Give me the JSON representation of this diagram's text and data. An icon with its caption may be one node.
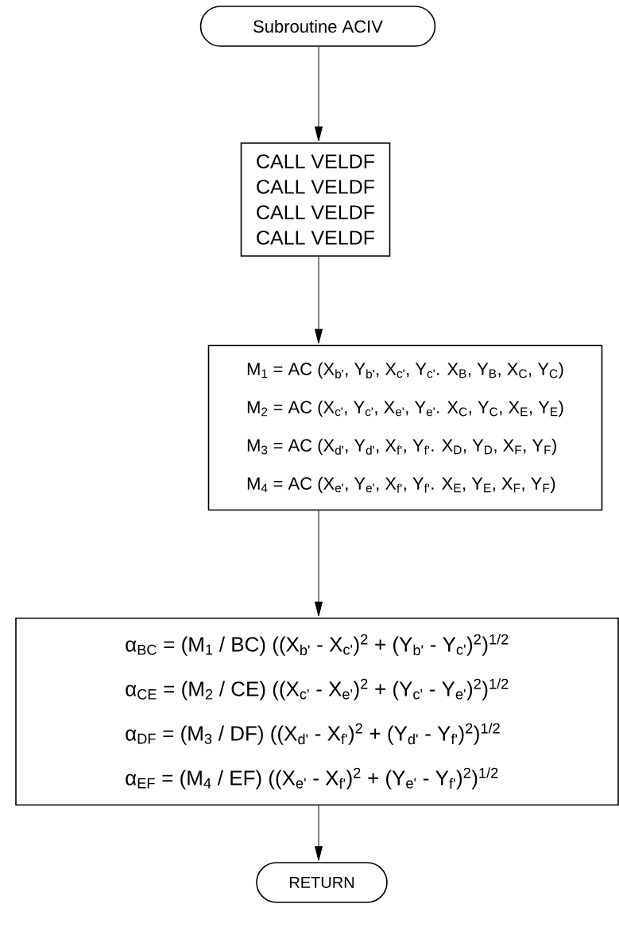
{
  "diagram": {
    "nodes": [
      {
        "text": [
          "Subroutine ACIV"
        ]
      },
      {
        "text": [
          "CALL VELDF",
          "CALL VELDF",
          "CALL VELDF",
          "CALL VELDF"
        ]
      },
      {
        "text": [
          "M$_{1}$ = AC (X$_{b'}$, Y$_{b'}$, X$_{c'}$, Y$_{c'}$. X$_{B}$, Y$_{B}$, X$_{C}$, Y$_{C}$)",
          "M$_{2}$ = AC (X$_{c'}$, Y$_{c'}$, X$_{e'}$, Y$_{e'}$. X$_{C}$, Y$_{C}$, X$_{E}$, Y$_{E}$)",
          "M$_{3}$ = AC (X$_{d'}$, Y$_{d'}$, X$_{f'}$, Y$_{f'}$. X$_{D}$, Y$_{D}$, X$_{F}$, Y$_{F}$)",
          "M$_{4}$ = AC (X$_{e'}$, Y$_{e'}$, X$_{f'}$, Y$_{f'}$. X$_{E}$, Y$_{E}$, X$_{F}$, Y$_{F}$)"
        ]
      },
      {
        "text": [
          "α$_{BC}$ = (M$_{1}$ / BC) ((X$_{b'}$ - X$_{c'}$)$^{2}$ + (Y$_{b'}$ - Y$_{c'}$)$^{2}$)$^{1/2}$",
          "α$_{CE}$ = (M$_{2}$ / CE) ((X$_{c'}$ - X$_{e'}$)$^{2}$ + (Y$_{c'}$ - Y$_{e'}$)$^{2}$)$^{1/2}$",
          "α$_{DF}$ = (M$_{3}$ / DF) ((X$_{d'}$ - X$_{f'}$)$^{2}$ + (Y$_{d'}$ - Y$_{f'}$)$^{2}$)$^{1/2}$",
          "α$_{EF}$ = (M$_{4}$ / EF) ((X$_{e'}$ - X$_{f'}$)$^{2}$ + (Y$_{e'}$ - Y$_{f'}$)$^{2}$)$^{1/2}$"
        ]
      },
      {
        "text": [
          "RETURN"
        ]
      }
    ],
    "edges": [
      {
        "from": 0,
        "to": 1,
        "arrow": "to"
      },
      {
        "from": 1,
        "to": 2,
        "arrow": "to"
      },
      {
        "from": 2,
        "to": 3,
        "arrow": "to"
      },
      {
        "from": 3,
        "to": 4,
        "arrow": "to"
      }
    ]
  }
}
